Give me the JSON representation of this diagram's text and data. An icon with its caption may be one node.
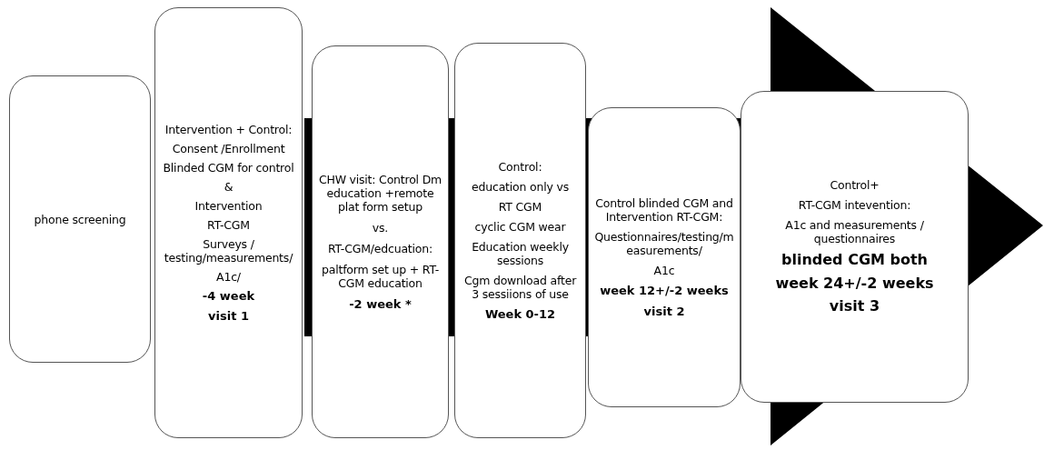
{
  "diagram": {
    "nodes": [
      {
        "text": [
          "phone screening"
        ]
      },
      {
        "text": [
          "Intervention + Control:",
          "Consent /Enrollment",
          "Blinded CGM for control",
          "&",
          "Intervention",
          "RT-CGM",
          "Surveys / testing/measurements/",
          "A1c/",
          "-4 week",
          "visit 1"
        ]
      },
      {
        "text": [
          "CHW visit: Control Dm education +remote plat form setup",
          "vs.",
          "RT-CGM/edcuation:",
          "paltform set up + RT- CGM education",
          "-2 week *"
        ]
      },
      {
        "text": [
          "Control:",
          "education only vs",
          "RT CGM",
          "cyclic CGM wear",
          "Education weekly sessions",
          "Cgm download after 3 sessiions of use",
          "Week 0-12"
        ]
      },
      {
        "text": [
          "Control blinded CGM and Intervention RT-CGM:",
          "Questionnaires/testing/measurements/",
          "A1c",
          "week 12+/-2 weeks",
          "visit 2"
        ]
      },
      {
        "text": [
          "Control+",
          "RT-CGM intevention:",
          "A1c and measurements / questionnaires",
          "blinded CGM both",
          "week 24+/-2 weeks",
          "visit 3"
        ]
      }
    ]
  }
}
